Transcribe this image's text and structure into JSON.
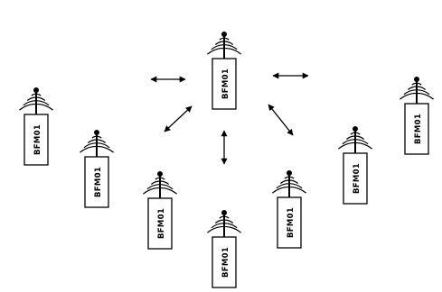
{
  "diagram": {
    "nodes": [
      {
        "id": "node-1",
        "label": "BFM01"
      },
      {
        "id": "node-2",
        "label": "BFM01"
      },
      {
        "id": "node-3",
        "label": "BFM01"
      },
      {
        "id": "node-4",
        "label": "BFM01"
      },
      {
        "id": "node-5",
        "label": "BFM01"
      },
      {
        "id": "node-6",
        "label": "BFM01"
      },
      {
        "id": "node-7",
        "label": "BFM01"
      },
      {
        "id": "node-8",
        "label": "BFM01"
      }
    ],
    "connections": [
      {
        "name": "arrow-left-horizontal",
        "style": "double-headed"
      },
      {
        "name": "arrow-right-horizontal",
        "style": "double-headed"
      },
      {
        "name": "arrow-lower-left-diagonal",
        "style": "double-headed"
      },
      {
        "name": "arrow-vertical",
        "style": "double-headed"
      },
      {
        "name": "arrow-lower-right-diagonal",
        "style": "double-headed"
      }
    ],
    "colors": {
      "stroke": "#000000",
      "background": "#ffffff"
    }
  }
}
